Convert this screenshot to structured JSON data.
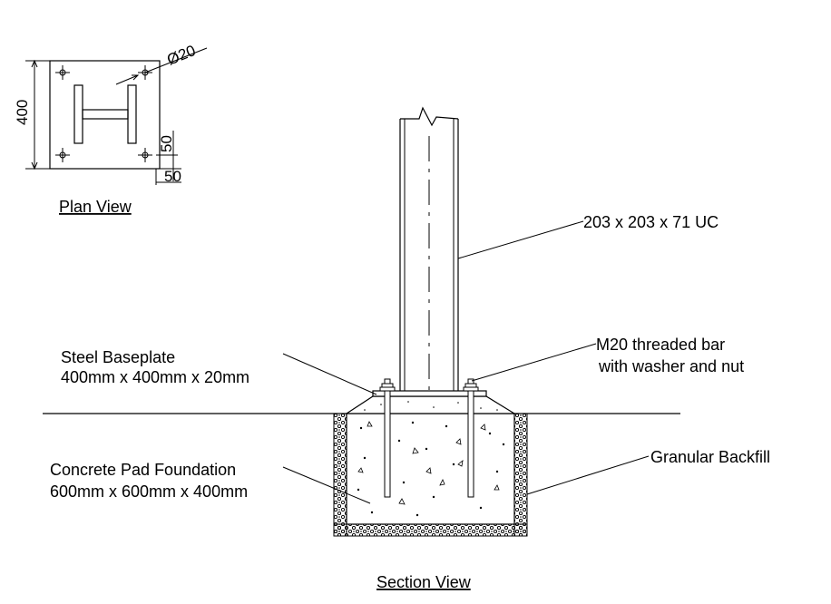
{
  "plan": {
    "title": "Plan View",
    "dim_height": "400",
    "dim_hole": "Ø20",
    "dim_edge_vertical": "50",
    "dim_edge_horizontal": "50"
  },
  "section": {
    "title": "Section View",
    "column_label": "203 x 203 x 71 UC",
    "baseplate_label": [
      "Steel Baseplate",
      "400mm x 400mm x 20mm"
    ],
    "bar_label": [
      "M20 threaded bar",
      "with washer and nut"
    ],
    "foundation_label": [
      "Concrete Pad Foundation",
      "600mm x 600mm x 400mm"
    ],
    "backfill_label": "Granular Backfill"
  },
  "colors": {
    "line": "#000000",
    "background": "#ffffff"
  }
}
